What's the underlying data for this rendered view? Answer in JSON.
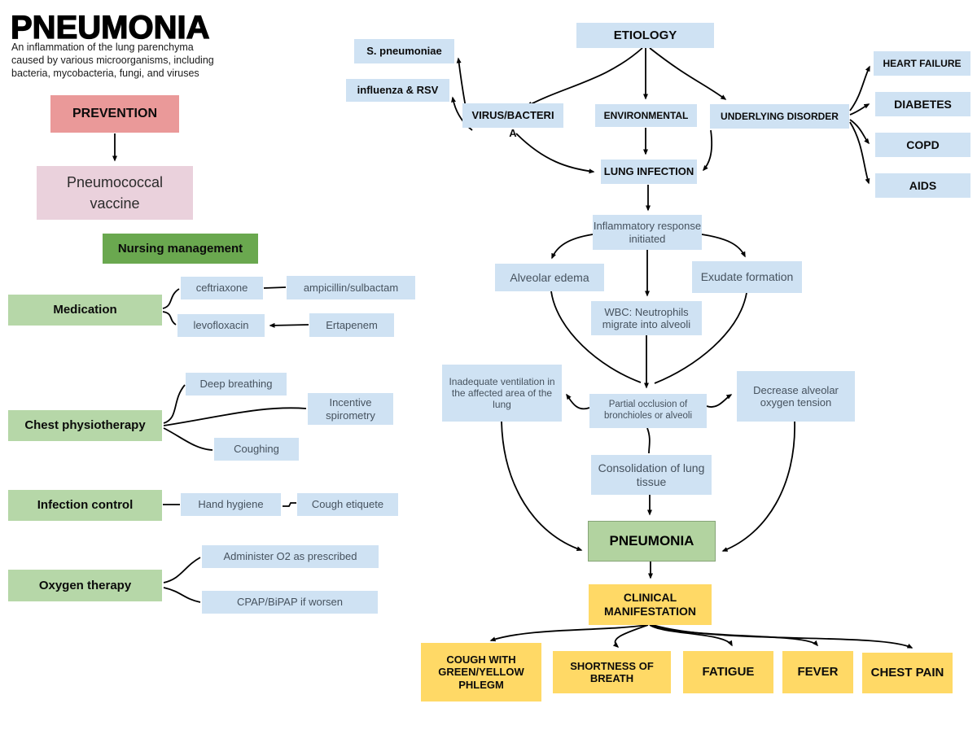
{
  "header": {
    "title": "PNEUMONIA",
    "description_lines": [
      "An inflammation of the lung parenchyma",
      "caused by various microorganisms, including",
      "bacteria, mycobacteria, fungi, and viruses"
    ]
  },
  "colors": {
    "salmon": "#ea9999",
    "pink": "#ead1dc",
    "dark_green": "#6aa84f",
    "light_green": "#b6d7a8",
    "node_green": "#b2d3a0",
    "light_blue": "#cfe2f3",
    "yellow": "#ffd966",
    "arrow": "#000000"
  },
  "nodes": {
    "prevention": "PREVENTION",
    "vaccine": "Pneumococcal vaccine",
    "nursing": "Nursing management",
    "medication": "Medication",
    "ceftriaxone": "ceftriaxone",
    "ampicillin": "ampicillin/sulbactam",
    "levofloxacin": "levofloxacin",
    "ertapenem": "Ertapenem",
    "chest_physio": "Chest physiotherapy",
    "deep_breathing": "Deep breathing",
    "incentive": "Incentive spirometry",
    "coughing": "Coughing",
    "infection_control": "Infection control",
    "hand_hygiene": "Hand hygiene",
    "cough_etiquete": "Cough etiquete",
    "oxygen_therapy": "Oxygen therapy",
    "administer_o2": "Administer O2 as prescribed",
    "cpap": "CPAP/BiPAP if worsen",
    "etiology": "ETIOLOGY",
    "s_pneumoniae": "S. pneumoniae",
    "influenza": "influenza & RSV",
    "virus_bacteria": {
      "label": "VIRUS/BACTERIA",
      "line1": "VIRUS/BACTERI",
      "line2": "A"
    },
    "environmental": "ENVIRONMENTAL",
    "underlying": "UNDERLYING DISORDER",
    "heart_failure": "HEART FAILURE",
    "diabetes": "DIABETES",
    "copd": "COPD",
    "aids": "AIDS",
    "lung_infection": "LUNG INFECTION",
    "inflammatory": "Inflammatory response initiated",
    "alveolar_edema": "Alveolar edema",
    "exudate": "Exudate formation",
    "wbc": "WBC: Neutrophils migrate into alveoli",
    "inadequate": "Inadequate ventilation in the affected area of the lung",
    "partial_occlusion": "Partial occlusion of bronchioles or alveoli",
    "decrease_oxygen": "Decrease alveolar oxygen tension",
    "consolidation": "Consolidation of lung tissue",
    "pneumonia": "PNEUMONIA",
    "clinical": "CLINICAL MANIFESTATION",
    "cough_phlegm": "COUGH WITH GREEN/YELLOW PHLEGM",
    "shortness": "SHORTNESS OF BREATH",
    "fatigue": "FATIGUE",
    "fever": "FEVER",
    "chest_pain": "CHEST PAIN"
  }
}
